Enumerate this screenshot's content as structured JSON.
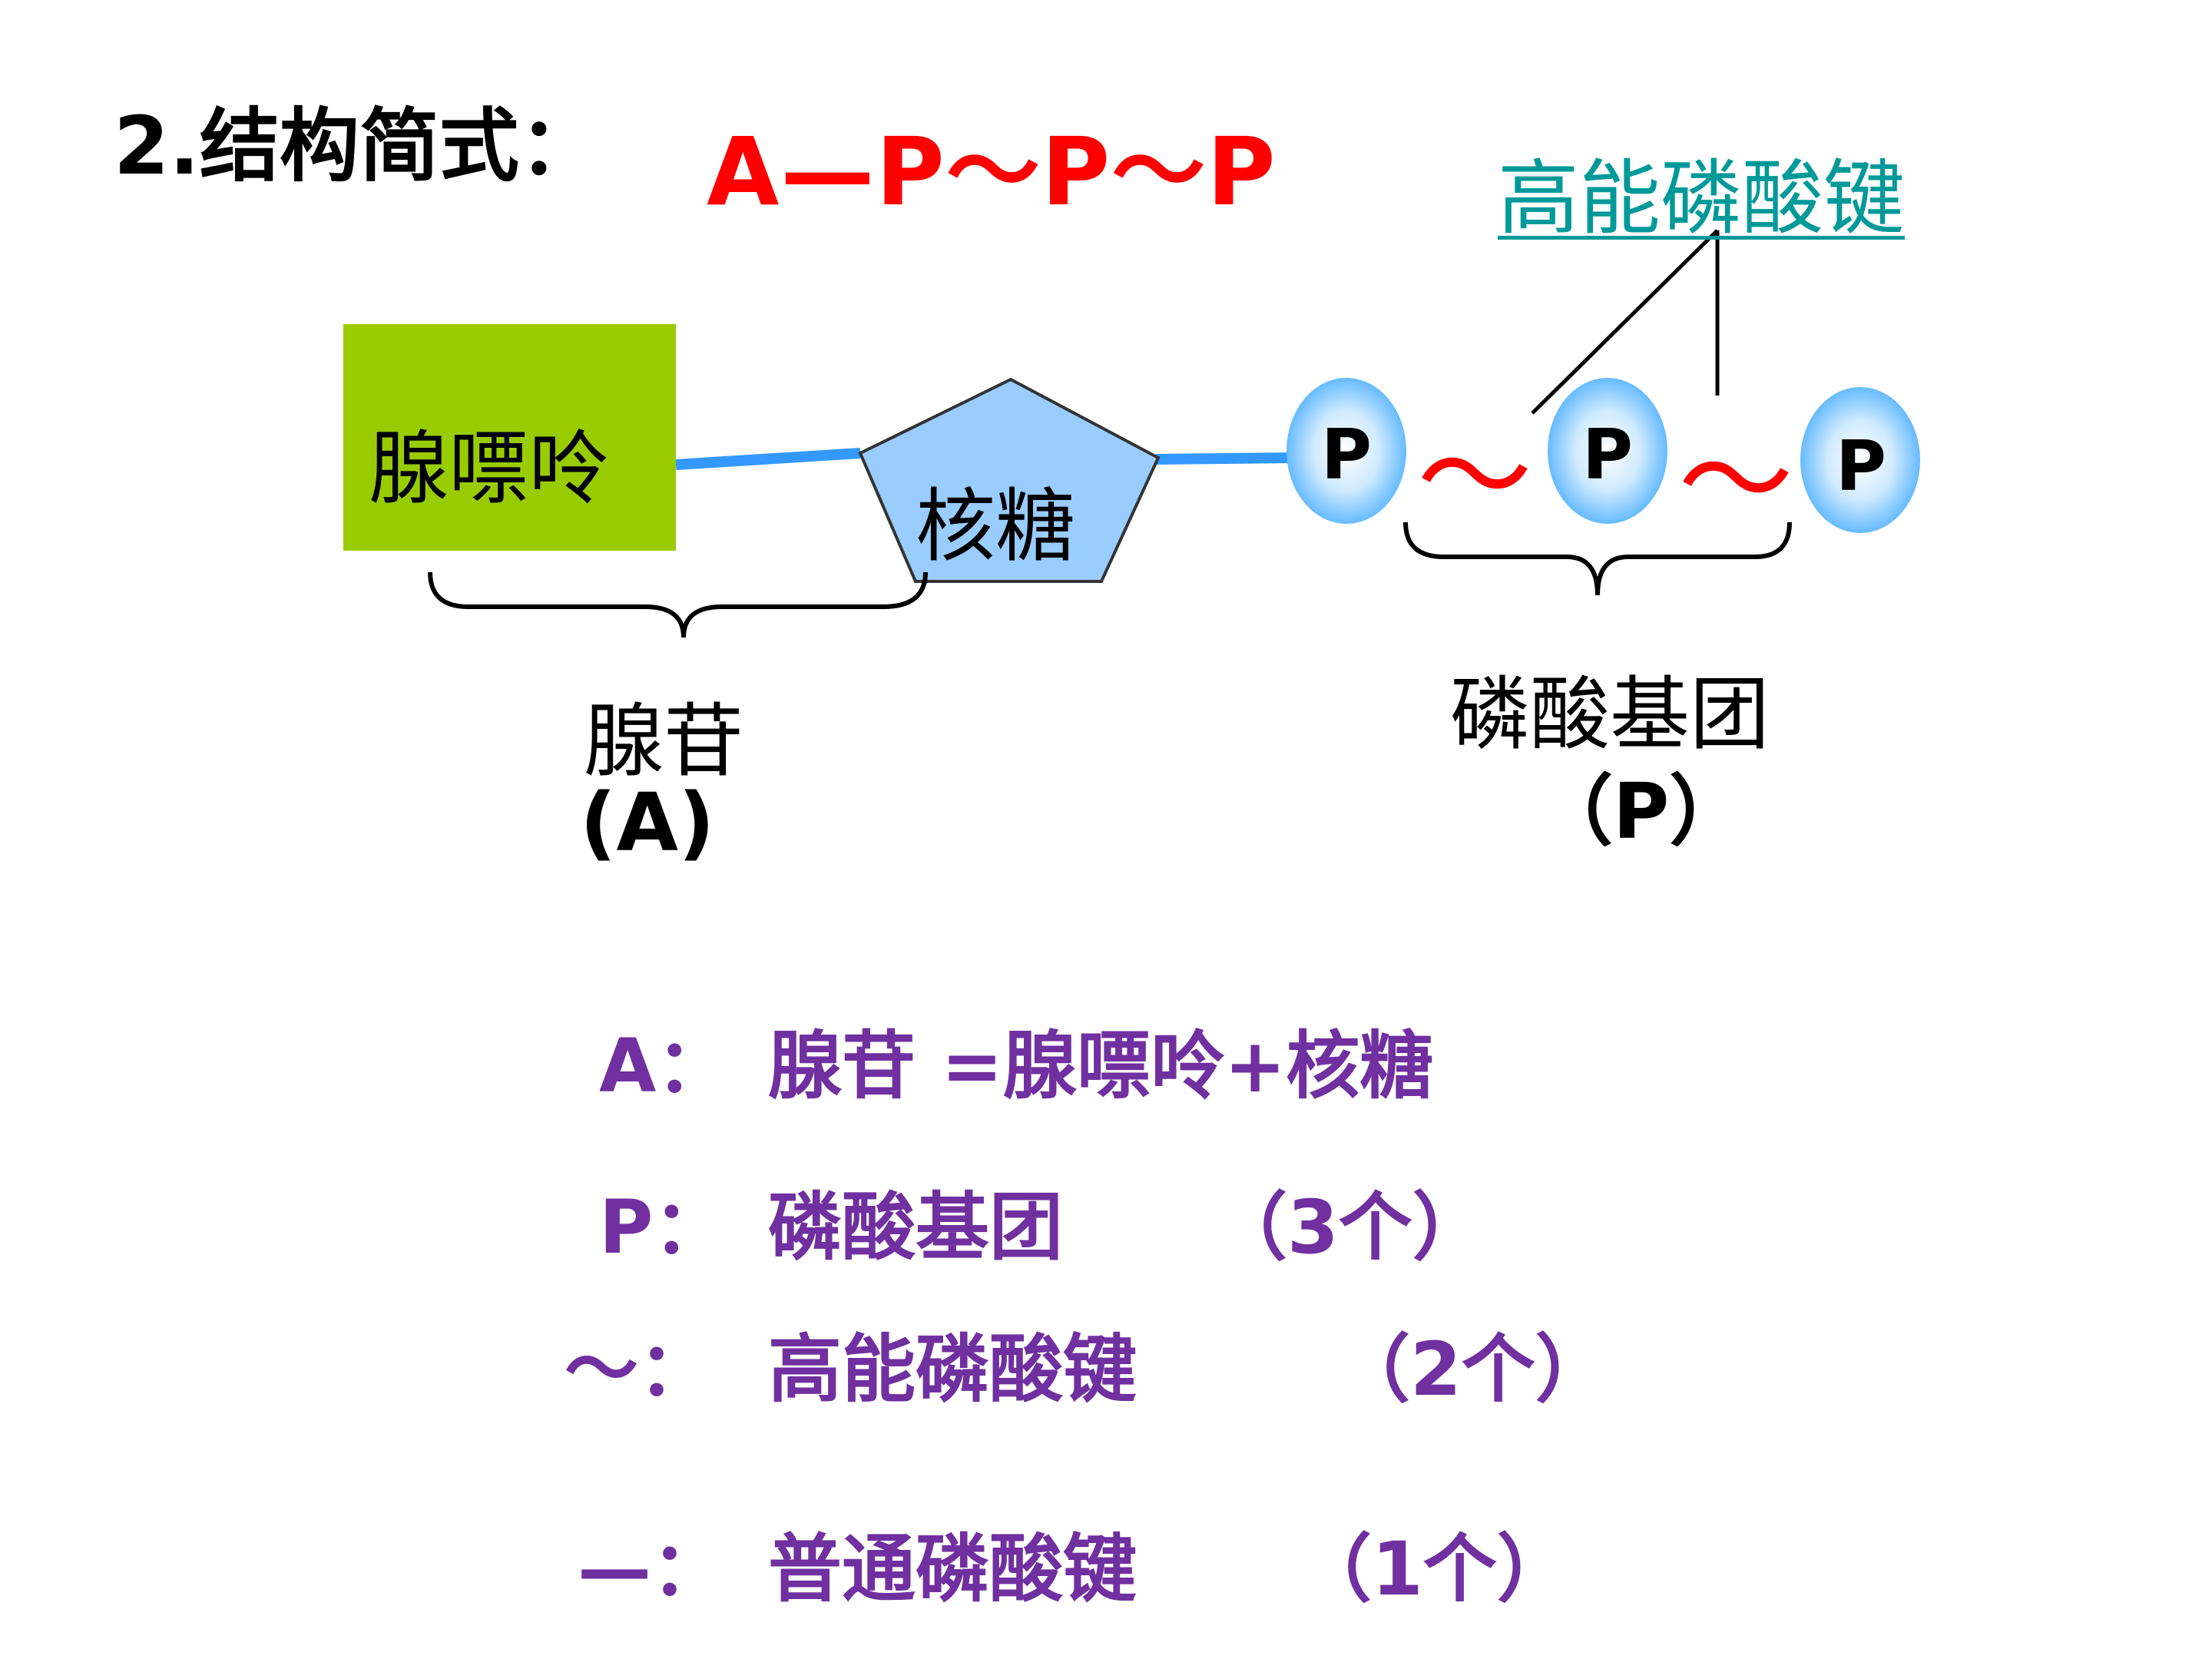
{
  "title": "2.结构简式：",
  "formula": "A—P～P～P",
  "high_energy_bond_label": "高能磷酸键",
  "diagram": {
    "adenine": "腺嘌呤",
    "ribose": "核糖",
    "phosphates": [
      "P",
      "P",
      "P"
    ],
    "bonds": [
      "～",
      "～"
    ],
    "adenosine_name": "腺苷",
    "adenosine_symbol": "(A)",
    "phosphate_group_name": "磷酸基团",
    "phosphate_group_symbol": "（P）",
    "colors": {
      "adenine_box": "#99cc00",
      "ribose_fill": "#99ccff",
      "connector": "#3399ff",
      "tilde": "#ff0000",
      "label_teal": "#009999"
    }
  },
  "legend": [
    {
      "key": "A：",
      "definition": "腺苷 =腺嘌呤+核糖",
      "count": ""
    },
    {
      "key": "P：",
      "definition": "磷酸基团",
      "count": "（3个）"
    },
    {
      "key": "～：",
      "definition": "高能磷酸键",
      "count": "（2个）"
    },
    {
      "key": "—：",
      "definition": "普通磷酸键",
      "count": "（1个）"
    }
  ],
  "legend_color": "#7030a0"
}
